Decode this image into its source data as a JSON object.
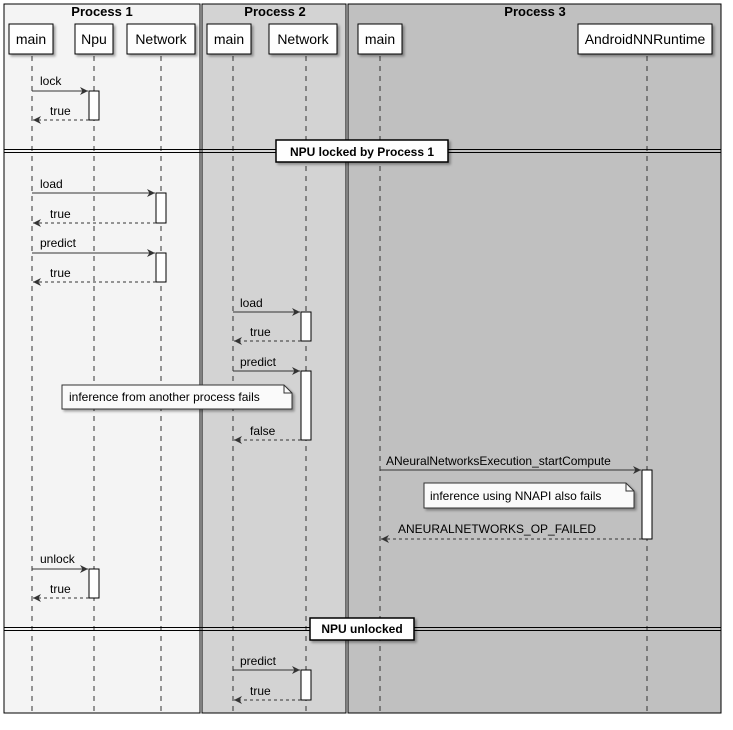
{
  "groups": [
    {
      "title": "Process 1",
      "fill": "#f4f4f4"
    },
    {
      "title": "Process 2",
      "fill": "#d3d3d3"
    },
    {
      "title": "Process 3",
      "fill": "#c0c0c0"
    }
  ],
  "participants": [
    {
      "id": "p1main",
      "label": "main"
    },
    {
      "id": "p1npu",
      "label": "Npu"
    },
    {
      "id": "p1net",
      "label": "Network"
    },
    {
      "id": "p2main",
      "label": "main"
    },
    {
      "id": "p2net",
      "label": "Network"
    },
    {
      "id": "p3main",
      "label": "main"
    },
    {
      "id": "p3nn",
      "label": "AndroidNNRuntime"
    }
  ],
  "dividers": [
    {
      "label": "NPU locked by Process 1"
    },
    {
      "label": "NPU unlocked"
    }
  ],
  "messages": [
    {
      "from": "p1main",
      "to": "p1npu",
      "label": "lock",
      "dashed": false
    },
    {
      "from": "p1npu",
      "to": "p1main",
      "label": "true",
      "dashed": true
    },
    {
      "from": "p1main",
      "to": "p1net",
      "label": "load",
      "dashed": false
    },
    {
      "from": "p1net",
      "to": "p1main",
      "label": "true",
      "dashed": true
    },
    {
      "from": "p1main",
      "to": "p1net",
      "label": "predict",
      "dashed": false
    },
    {
      "from": "p1net",
      "to": "p1main",
      "label": "true",
      "dashed": true
    },
    {
      "from": "p2main",
      "to": "p2net",
      "label": "load",
      "dashed": false
    },
    {
      "from": "p2net",
      "to": "p2main",
      "label": "true",
      "dashed": true
    },
    {
      "from": "p2main",
      "to": "p2net",
      "label": "predict",
      "dashed": false
    },
    {
      "from": "p2net",
      "to": "p2main",
      "label": "false",
      "dashed": true
    },
    {
      "from": "p3main",
      "to": "p3nn",
      "label": "ANeuralNetworksExecution_startCompute",
      "dashed": false
    },
    {
      "from": "p3nn",
      "to": "p3main",
      "label": "ANEURALNETWORKS_OP_FAILED",
      "dashed": true
    },
    {
      "from": "p1main",
      "to": "p1npu",
      "label": "unlock",
      "dashed": false
    },
    {
      "from": "p1npu",
      "to": "p1main",
      "label": "true",
      "dashed": true
    },
    {
      "from": "p2main",
      "to": "p2net",
      "label": "predict",
      "dashed": false
    },
    {
      "from": "p2net",
      "to": "p2main",
      "label": "true",
      "dashed": true
    }
  ],
  "notes": [
    {
      "label": "inference from another process fails"
    },
    {
      "label": "inference using NNAPI also fails"
    }
  ]
}
